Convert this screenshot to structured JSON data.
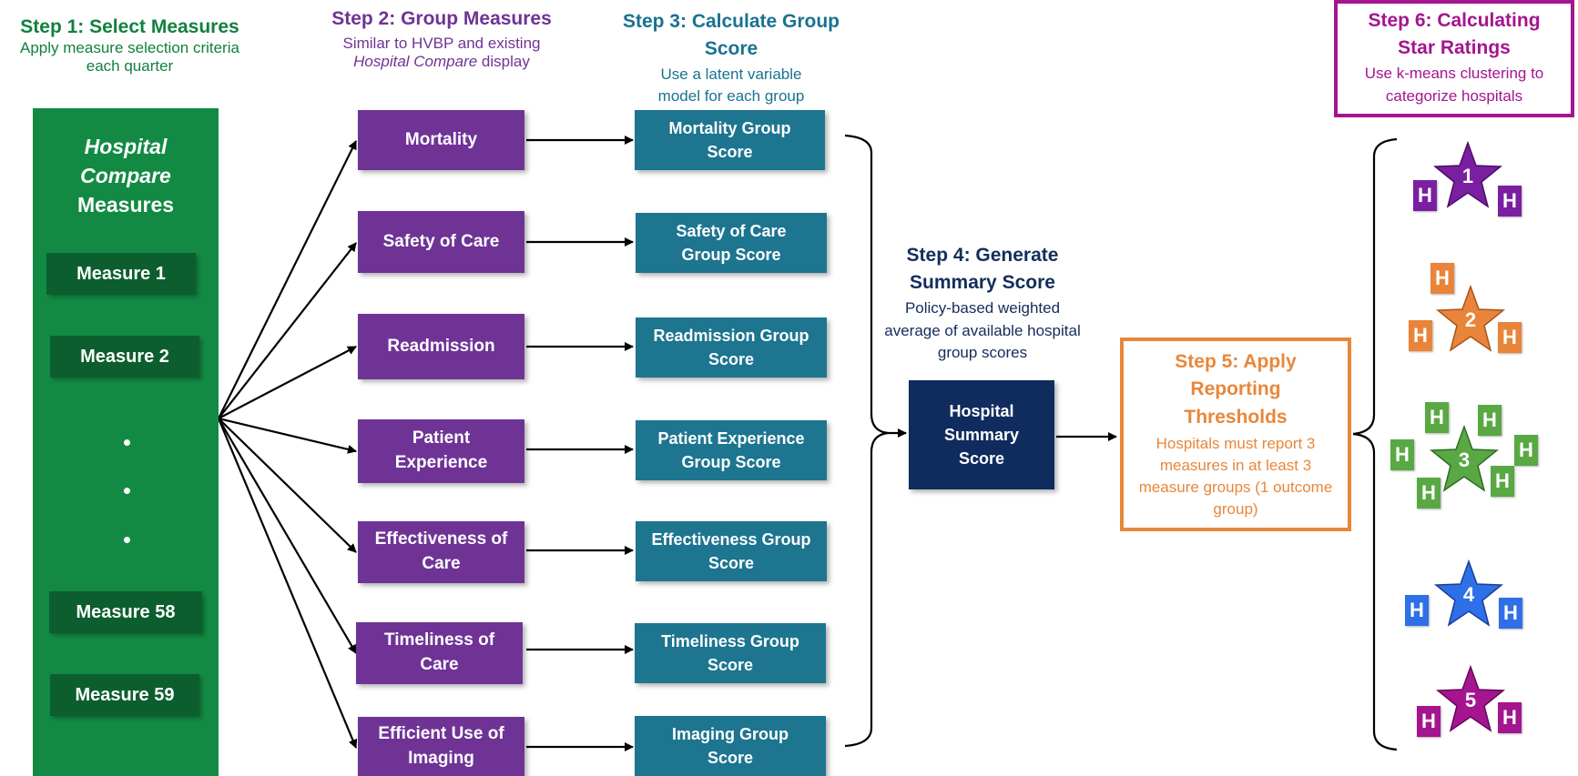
{
  "step1": {
    "title": "Step 1: Select Measures",
    "subtitle": "Apply measure selection criteria each quarter"
  },
  "step2": {
    "title": "Step 2: Group Measures",
    "subtitle_line1": "Similar to HVBP and existing",
    "subtitle_italic": "Hospital Compare",
    "subtitle_end": " display"
  },
  "step3": {
    "title": "Step 3: Calculate Group Score",
    "subtitle": "Use a latent variable model for each group"
  },
  "step4": {
    "title": "Step 4: Generate Summary Score",
    "subtitle": "Policy-based weighted average of available hospital group scores"
  },
  "step5": {
    "title": "Step 5: Apply Reporting Thresholds",
    "subtitle": "Hospitals must report 3 measures in at least 3 measure groups (1 outcome group)"
  },
  "step6": {
    "title": "Step 6: Calculating Star Ratings",
    "subtitle": "Use k-means clustering to categorize hospitals"
  },
  "panel": {
    "title_italic_1": "Hospital",
    "title_italic_2": "Compare",
    "title_plain": "Measures",
    "measures": [
      "Measure 1",
      "Measure 2",
      "Measure 58",
      "Measure 59"
    ]
  },
  "groups": [
    "Mortality",
    "Safety of Care",
    "Readmission",
    "Patient Experience",
    "Effectiveness of Care",
    "Timeliness of Care",
    "Efficient Use of Imaging"
  ],
  "group_scores": [
    "Mortality Group Score",
    "Safety of Care Group Score",
    "Readmission Group Score",
    "Patient Experience Group Score",
    "Effectiveness Group Score",
    "Timeliness Group Score",
    "Imaging Group Score"
  ],
  "summary": "Hospital Summary Score",
  "hospital_letter": "H",
  "stars": [
    {
      "num": "1",
      "color": "#7a1fa2"
    },
    {
      "num": "2",
      "color": "#e8853a"
    },
    {
      "num": "3",
      "color": "#5aa844"
    },
    {
      "num": "4",
      "color": "#2f6fe8"
    },
    {
      "num": "5",
      "color": "#a4158f"
    }
  ],
  "colors": {
    "green": "#138a44",
    "purple": "#6f3396",
    "teal": "#1d7590",
    "navy": "#102b5e",
    "orange": "#e8873a",
    "magenta": "#a4158f"
  }
}
